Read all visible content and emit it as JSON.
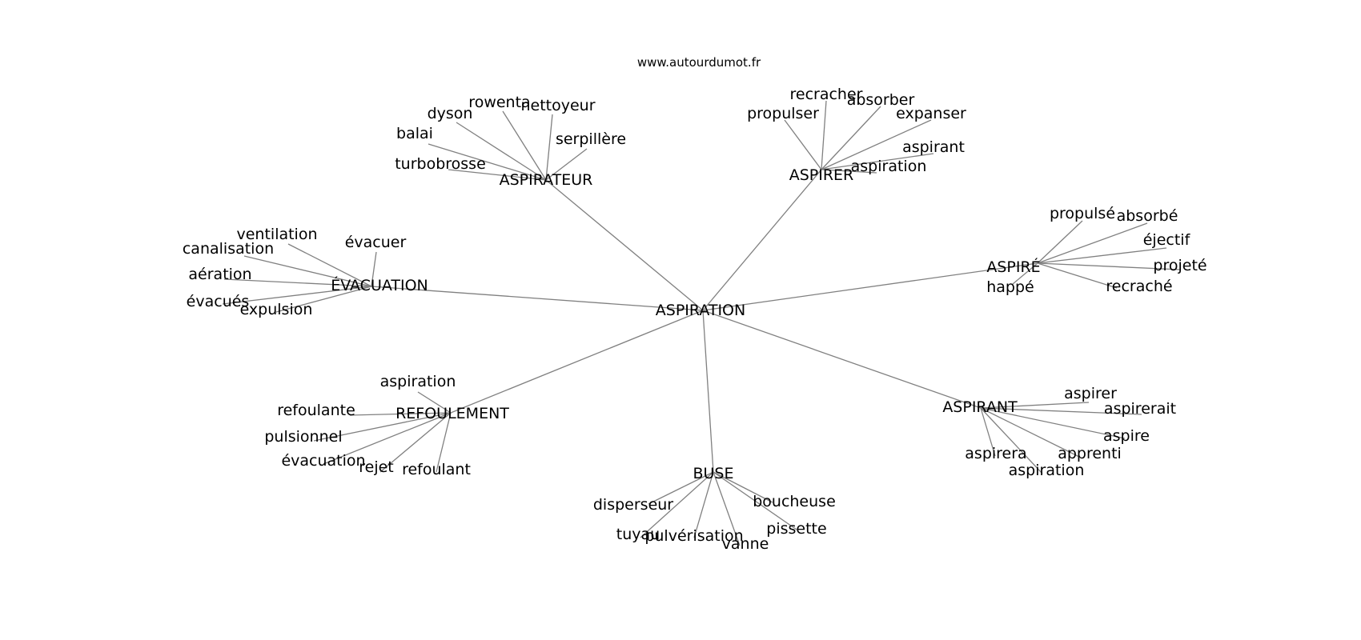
{
  "source": "www.autourdumot.fr",
  "center": "ASPIRATION",
  "groups": [
    {
      "id": "aspirateur",
      "label": "ASPIRATEUR",
      "words": [
        "balai",
        "dyson",
        "rowenta",
        "nettoyeur",
        "serpillère",
        "turbobrosse"
      ]
    },
    {
      "id": "aspirer",
      "label": "ASPIRER",
      "words": [
        "propulser",
        "recracher",
        "absorber",
        "expanser",
        "aspirant",
        "aspiration"
      ]
    },
    {
      "id": "aspire",
      "label": "ASPIRÉ",
      "words": [
        "propulsé",
        "absorbé",
        "éjectif",
        "projeté",
        "recraché",
        "happé"
      ]
    },
    {
      "id": "evacuation",
      "label": "ÉVACUATION",
      "words": [
        "ventilation",
        "canalisation",
        "évacuer",
        "aération",
        "évacués",
        "expulsion"
      ]
    },
    {
      "id": "refoulement",
      "label": "REFOULEMENT",
      "words": [
        "aspiration",
        "refoulante",
        "pulsionnel",
        "évacuation",
        "rejet",
        "refoulant"
      ]
    },
    {
      "id": "buse",
      "label": "BUSE",
      "words": [
        "disperseur",
        "tuyau",
        "pulvérisation",
        "vanne",
        "boucheuse",
        "pissette"
      ]
    },
    {
      "id": "aspirant",
      "label": "ASPIRANT",
      "words": [
        "aspirer",
        "aspirerait",
        "aspire",
        "apprenti",
        "aspirera",
        "aspiration"
      ]
    }
  ]
}
